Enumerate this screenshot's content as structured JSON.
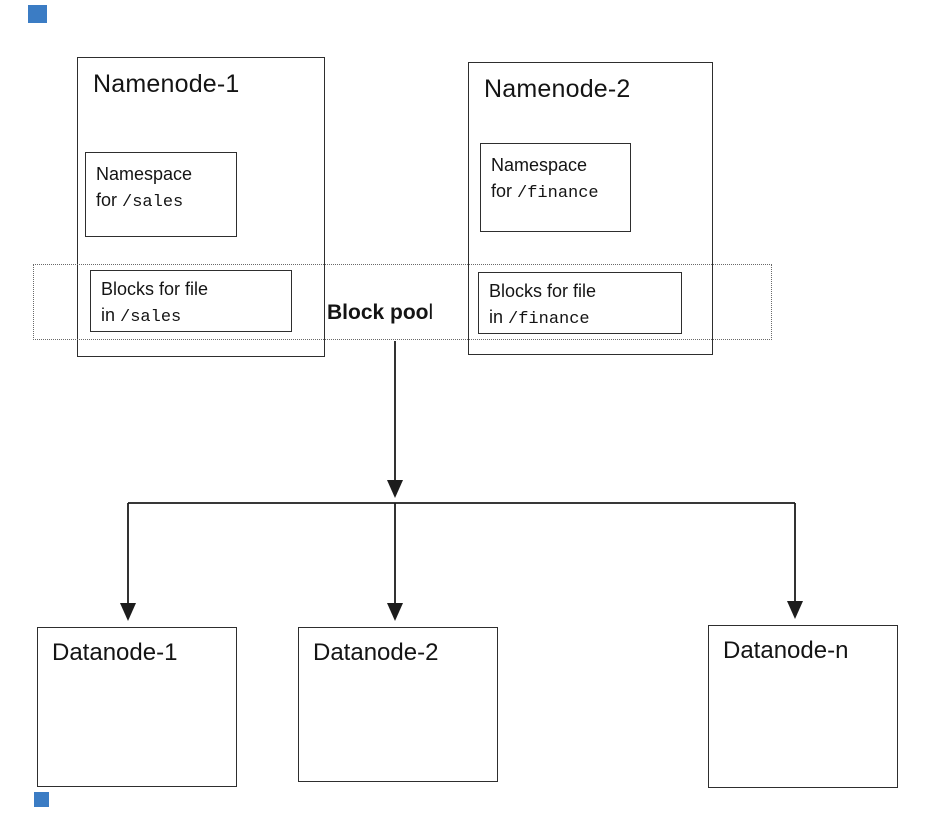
{
  "colors": {
    "artifact_square": "#3b7cc4",
    "line": "#1c1c1c"
  },
  "namenode1": {
    "title": "Namenode-1",
    "namespace": {
      "line1": "Namespace",
      "prefix": "for ",
      "path": "/sales"
    },
    "blocks": {
      "line1": "Blocks for file",
      "prefix": "in ",
      "path": "/sales"
    }
  },
  "namenode2": {
    "title": "Namenode-2",
    "namespace": {
      "line1": "Namespace",
      "prefix": "for ",
      "path": "/finance"
    },
    "blocks": {
      "line1": "Blocks for file",
      "prefix": "in ",
      "path": "/finance"
    }
  },
  "block_pool": {
    "bold": "Block poo",
    "regular": "l"
  },
  "datanodes": [
    {
      "label": "Datanode-1"
    },
    {
      "label": "Datanode-2"
    },
    {
      "label": "Datanode-n"
    }
  ]
}
